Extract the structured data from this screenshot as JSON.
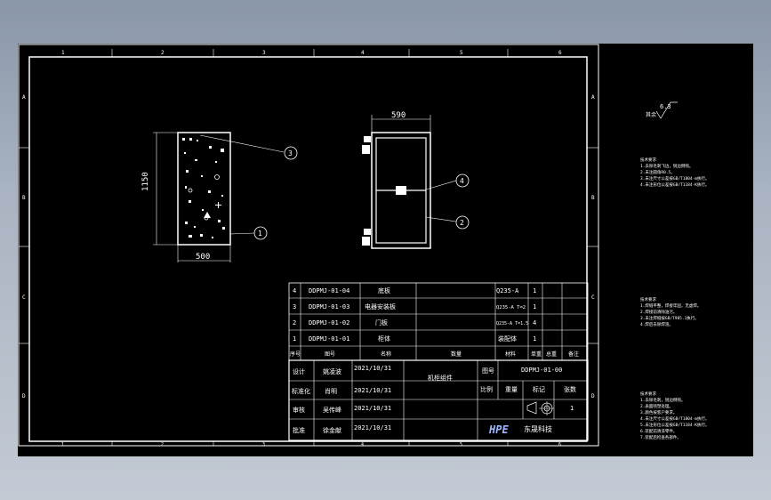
{
  "colors": {
    "paper": "#000000",
    "line": "#ffffff",
    "background": "#9aa6b6"
  },
  "grid": {
    "top": [
      "1",
      "2",
      "3",
      "4",
      "5",
      "6"
    ],
    "bottom": [
      "1",
      "2",
      "3",
      "4",
      "5",
      "6"
    ],
    "left": [
      "A",
      "B",
      "C",
      "D"
    ],
    "right": [
      "A",
      "B",
      "C",
      "D"
    ]
  },
  "dims": {
    "height": "1150",
    "width_side": "500",
    "width_front": "590"
  },
  "balloons": [
    "3",
    "1",
    "4",
    "2"
  ],
  "roughness": {
    "label": "其余",
    "value": "6.3"
  },
  "bom": {
    "header": [
      "序号",
      "图号",
      "名称",
      "数量",
      "材料",
      "单重",
      "总重",
      "备注"
    ],
    "rows": [
      {
        "no": "4",
        "code": "DDPMJ-01-04",
        "name": "底板",
        "mat": "Q235-A",
        "qty": "1"
      },
      {
        "no": "3",
        "code": "DDPMJ-01-03",
        "name": "电器安装板",
        "mat": "Q235-A T=2",
        "qty": "1"
      },
      {
        "no": "2",
        "code": "DDPMJ-01-02",
        "name": "门板",
        "mat": "Q235-A T=1.5",
        "qty": "4"
      },
      {
        "no": "1",
        "code": "DDPMJ-01-01",
        "name": "柜体",
        "mat": "装配体",
        "qty": "1"
      }
    ]
  },
  "title_block": {
    "roles": [
      {
        "role": "设计",
        "name": "姚凌波",
        "date": "2021/10/31"
      },
      {
        "role": "标准化",
        "name": "肖明",
        "date": "2021/10/31"
      },
      {
        "role": "审核",
        "name": "吴传峰",
        "date": "2021/10/31"
      },
      {
        "role": "批准",
        "name": "徐金献",
        "date": "2021/10/31"
      }
    ],
    "part_name": "机柜组件",
    "drawing_no_label": "图号",
    "drawing_no": "DDPMJ-01-00",
    "col_ratio": "比例",
    "col_weight": "重量",
    "col_mark": "标记",
    "col_sheets": "张数",
    "sheets": "1",
    "logo": "HPE",
    "company": "东晟科技"
  },
  "notes": [
    [
      "技术要求",
      "1.去除毛刺飞边，锐边倒钝。",
      "2.未注圆角R0.5。",
      "3.未注尺寸公差按GB/T1804-m执行。",
      "4.未注形位公差按GB/T1184-K执行。"
    ],
    [
      "技术要求",
      "1.焊缝平整，焊接牢固，无虚焊。",
      "2.焊接前清除油污。",
      "3.未注焊缝按GB/T985.1执行。",
      "4.焊后去除焊渣。"
    ],
    [
      "技术要求",
      "1.去除毛刺，锐边倒钝。",
      "2.表面喷塑处理。",
      "3.颜色按客户要求。",
      "4.未注尺寸公差按GB/T1804-m执行。",
      "5.未注形位公差按GB/T1184-K执行。",
      "6.装配前清洗零件。",
      "7.装配后检查各部件。"
    ]
  ]
}
